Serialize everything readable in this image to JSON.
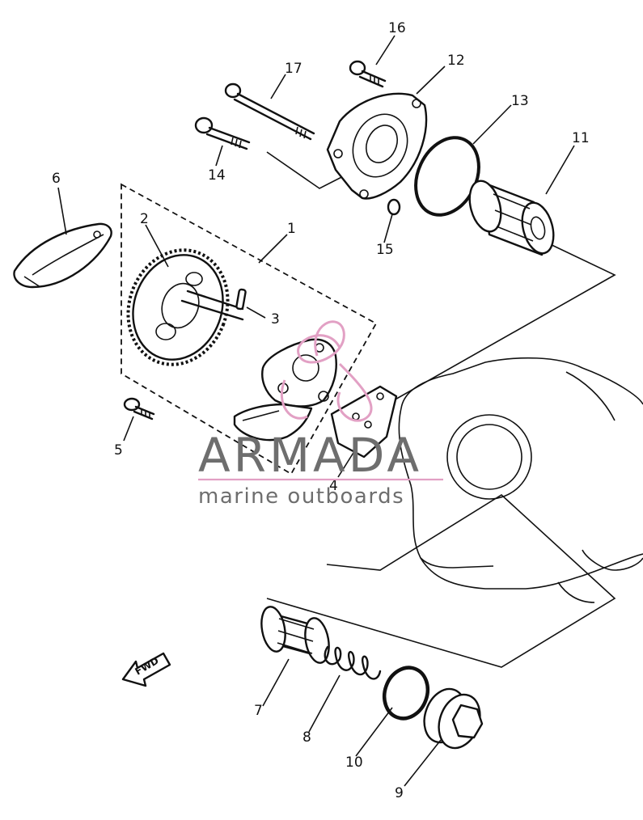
{
  "callouts": {
    "p1": "1",
    "p2": "2",
    "p3": "3",
    "p4": "4",
    "p5": "5",
    "p6": "6",
    "p7": "7",
    "p8": "8",
    "p9": "9",
    "p10": "10",
    "p11": "11",
    "p12": "12",
    "p13": "13",
    "p14": "14",
    "p15": "15",
    "p16": "16",
    "p17": "17"
  },
  "direction_label": "FWD",
  "watermark": {
    "title": "ARMADA",
    "subtitle": "marine outboards",
    "text_color": "#6e6e6e",
    "accent_color": "#e2a0c4"
  }
}
